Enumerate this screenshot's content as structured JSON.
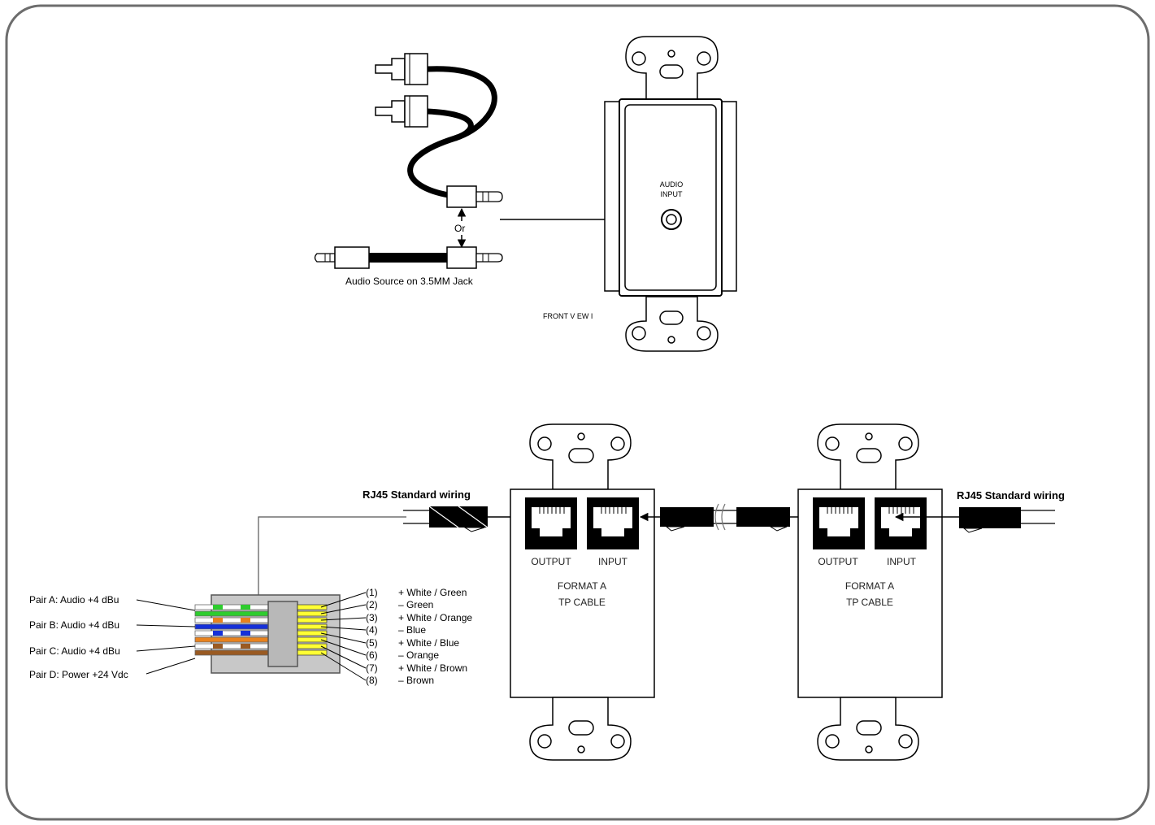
{
  "audio_section": {
    "or_label": "Or",
    "source_label": "Audio Source on 3.5MM Jack",
    "plate_label_line1": "AUDIO",
    "plate_label_line2": "INPUT",
    "front_view_label": "FRONT V EW   I"
  },
  "rj45": {
    "left_title": "RJ45 Standard wiring",
    "right_title": "RJ45 Standard wiring",
    "pairs": [
      "Pair A: Audio +4 dBu",
      "Pair B: Audio +4 dBu",
      "Pair C: Audio +4 dBu",
      "Pair D: Power +24 Vdc"
    ],
    "pins": [
      {
        "num": "(1)",
        "desc": "+ White / Green"
      },
      {
        "num": "(2)",
        "desc": "– Green"
      },
      {
        "num": "(3)",
        "desc": "+ White / Orange"
      },
      {
        "num": "(4)",
        "desc": "– Blue"
      },
      {
        "num": "(5)",
        "desc": "+ White / Blue"
      },
      {
        "num": "(6)",
        "desc": "– Orange"
      },
      {
        "num": "(7)",
        "desc": "+ White / Brown"
      },
      {
        "num": "(8)",
        "desc": "– Brown"
      }
    ],
    "wire_colors": {
      "green": "#2ecc2e",
      "orange": "#e8821e",
      "blue": "#1530d8",
      "brown": "#9a5a22",
      "contact": "#ffff33",
      "plug_body": "#c8c8c8"
    }
  },
  "panels": [
    {
      "output_label": "OUTPUT",
      "input_label": "INPUT",
      "format_line1": "FORMAT A",
      "format_line2": "TP CABLE"
    },
    {
      "output_label": "OUTPUT",
      "input_label": "INPUT",
      "format_line1": "FORMAT A",
      "format_line2": "TP CABLE"
    }
  ]
}
